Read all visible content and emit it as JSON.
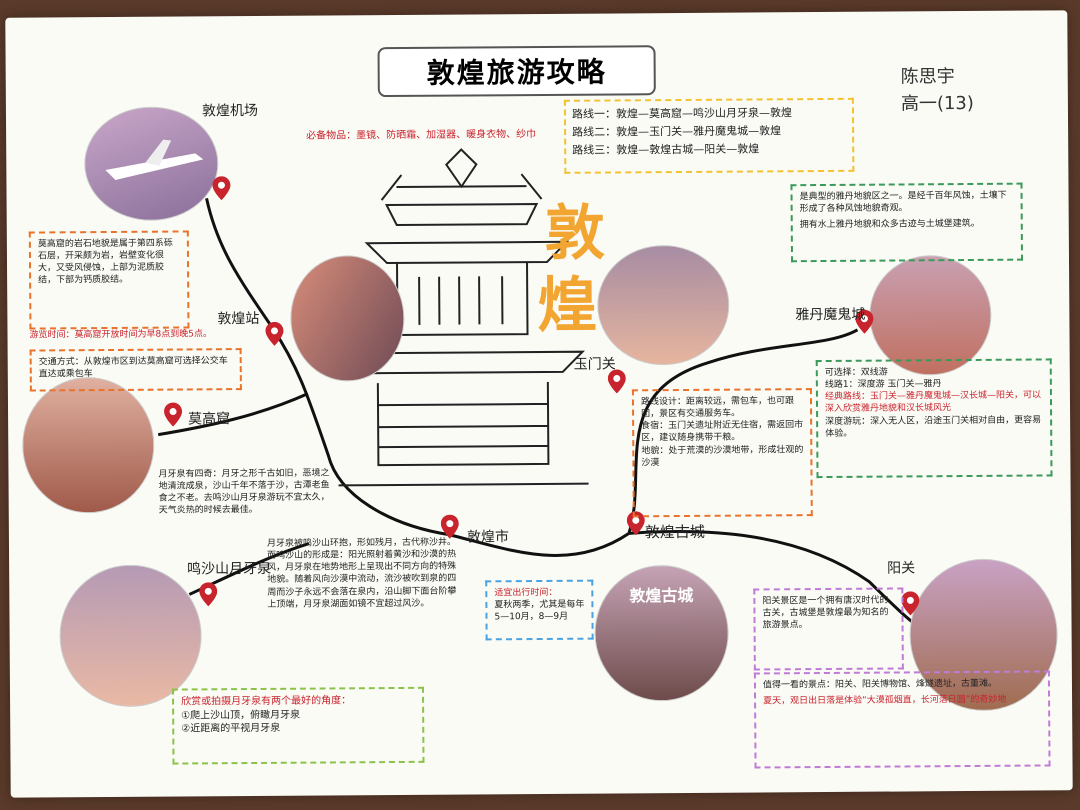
{
  "title": "敦煌旅游攻略",
  "author": {
    "name": "陈思宇",
    "class": "高一(13)"
  },
  "big_chars": [
    "敦",
    "煌"
  ],
  "supplies": "必备物品：墨镜、防晒霜、加湿器、暖身衣物、纱巾",
  "routes": [
    "路线一：敦煌—莫高窟—鸣沙山月牙泉—敦煌",
    "路线二：敦煌—玉门关—雅丹魔鬼城—敦煌",
    "路线三：敦煌—敦煌古城—阳关—敦煌"
  ],
  "places": {
    "airport": "敦煌机场",
    "station": "敦煌站",
    "mogao": "莫高窟",
    "yumen": "玉门关",
    "yadan": "雅丹魔鬼城",
    "city": "敦煌市",
    "mingsha": "鸣沙山月牙泉",
    "ancient_city": "敦煌古城",
    "yangguan": "阳关"
  },
  "mogao_box": {
    "desc": "莫高窟的岩石地貌是属于第四系砾石层，开采颇为岩，岩壁变化很大，又受风侵蚀，上部为泥质胶结，下部为钙质胶结。",
    "time": "游览时间：莫高窟开放时间为早8点到晚5点。",
    "traffic": "交通方式：从敦煌市区到达莫高窟可选择公交车直达或乘包车"
  },
  "crescent_box": "月牙泉有四奇：月牙之形千古如旧，恶境之地清流成泉，沙山千年不落于沙，古潭老鱼食之不老。去鸣沙山月牙泉游玩不宜太久，天气炎热的时候去最佳。",
  "mingsha_text": "月牙泉被鸣沙山环抱，形如残月，古代称沙井。而鸣沙山的形成是：阳光照射着黄沙和沙漠的热风，月牙泉在地势地形上呈现出不同方向的特殊地貌。随着风向沙漠中流动，流沙被吹到泉的四周而沙子永远不会落在泉内，沿山脚下面台阶攀上顶端，月牙泉湖面如镜不宜超过风沙。",
  "photo_box": {
    "title": "欣赏或拍摄月牙泉有两个最好的角度：",
    "items": [
      "①爬上沙山顶，俯瞰月牙泉",
      "②近距离的平视月牙泉"
    ]
  },
  "season_box": {
    "title": "适宜出行时间：",
    "text": "夏秋两季，尤其是每年5—10月，8—9月"
  },
  "yadan_box": {
    "line1": "是典型的雅丹地貌区之一。是经千百年风蚀，土壤下形成了各种风蚀地貌奇观。",
    "line2": "拥有水上雅丹地貌和众多古迹与土城堡建筑。"
  },
  "yumen_box": {
    "design": "路线设计：距离较远，需包车，也可跟团，景区有交通服务车。",
    "food": "食宿：玉门关遗址附近无住宿，需返回市区，建议随身携带干粮。",
    "feature": "地貌：处于荒漠的沙漠地带，形成壮观的沙漠"
  },
  "right_box": {
    "route": "可选择：双线游",
    "line1": "线路1：深度游 玉门关—雅丹",
    "classic": "经典路线：玉门关—雅丹魔鬼城—汉长城—阳关，可以深入欣赏雅丹地貌和汉长城风光",
    "deep": "深度游玩：深入无人区，沿途玉门关相对自由，更容易体验。"
  },
  "yangguan_box": {
    "intro": "阳关景区是一个拥有唐汉时代的古关，古城堡是敦煌最为知名的旅游景点。",
    "worth": "值得一看的景点：阳关、阳关博物馆、烽燧遗址，古董滩。",
    "summer": "夏天，观日出日落是体验“大漠孤烟直，长河落日圆”的奇妙地"
  }
}
